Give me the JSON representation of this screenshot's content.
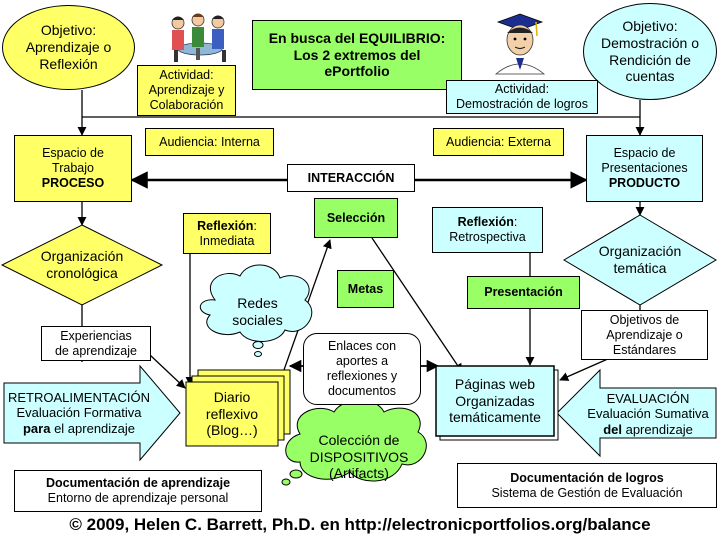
{
  "colors": {
    "yellow": "#ffff66",
    "light_green": "#99ff66",
    "light_blue": "#ccffff",
    "white": "#ffffff",
    "black": "#000000"
  },
  "title": {
    "line1": "En busca del EQUILIBRIO:",
    "line2": "Los 2 extremos del",
    "line3": "ePortfolio"
  },
  "left_objective": {
    "line1": "Objetivo:",
    "line2": "Aprendizaje o",
    "line3": "Reflexión"
  },
  "right_objective": {
    "line1": "Objetivo:",
    "line2": "Demostración o",
    "line3": "Rendición de",
    "line4": "cuentas"
  },
  "left_activity": {
    "line1": "Actividad:",
    "line2": "Aprendizaje y",
    "line3": "Colaboración"
  },
  "right_activity": {
    "line1": "Actividad:",
    "line2": "Demostración de logros"
  },
  "audience_internal": "Audiencia: Interna",
  "audience_external": "Audiencia: Externa",
  "workspace": {
    "line1": "Espacio de",
    "line2": "Trabajo",
    "line3": "PROCESO"
  },
  "presentation_space": {
    "line1": "Espacio de",
    "line2": "Presentaciones",
    "line3": "PRODUCTO"
  },
  "interaction": "INTERACCIÓN",
  "selection": "Selección",
  "reflection_immediate": {
    "bold": "Reflexión",
    "suffix": ":",
    "line2": "Inmediata"
  },
  "reflection_retro": {
    "bold": "Reflexión",
    "suffix": ":",
    "line2": "Retrospectiva"
  },
  "chrono_org": {
    "line1": "Organización",
    "line2": "cronológica"
  },
  "thematic_org": {
    "line1": "Organización",
    "line2": "temática"
  },
  "goals": "Metas",
  "presentation": "Presentación",
  "social_networks": {
    "line1": "Redes",
    "line2": "sociales"
  },
  "learning_experiences": {
    "line1": "Experiencias",
    "line2": "de aprendizaje"
  },
  "standards": {
    "line1": "Objetivos de",
    "line2": "Aprendizaje o",
    "line3": "Estándares"
  },
  "links": {
    "line1": "Enlaces con",
    "line2": "aportes a",
    "line3": "reflexiones y",
    "line4": "documentos"
  },
  "journal": {
    "line1": "Diario",
    "line2": "reflexivo",
    "line3": "(Blog…)"
  },
  "web_pages": {
    "line1": "Páginas web",
    "line2": "Organizadas",
    "line3": "temáticamente"
  },
  "feedback": {
    "line1": "RETROALIMENTACIÓN",
    "line2": "Evaluación Formativa",
    "line3_bold": "para",
    "line3_rest": " el aprendizaje"
  },
  "evaluation": {
    "line1": "EVALUACIÓN",
    "line2": "Evaluación Sumativa",
    "line3_bold": "del",
    "line3_rest": " aprendizaje"
  },
  "collection": {
    "line1": "Colección de",
    "line2": "DISPOSITIVOS",
    "line3": "(Artifacts)"
  },
  "doc_learning": {
    "line1": "Documentación de aprendizaje",
    "line2": "Entorno de aprendizaje personal"
  },
  "doc_achievements": {
    "line1": "Documentación de logros",
    "line2": "Sistema de Gestión de Evaluación"
  },
  "footer": "© 2009, Helen C. Barrett, Ph.D. en http://electronicportfolios.org/balance"
}
